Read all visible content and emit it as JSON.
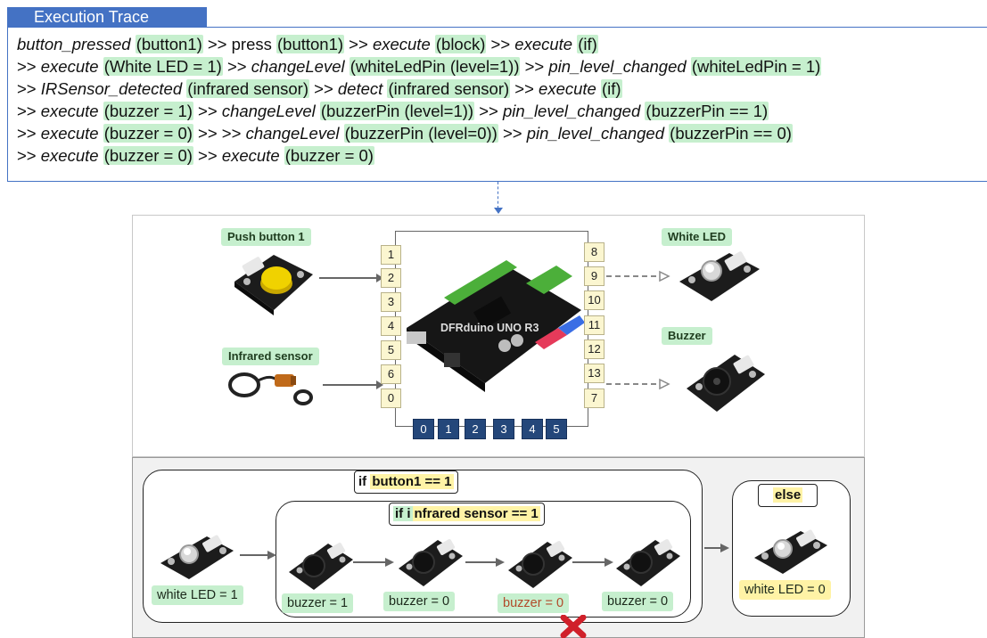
{
  "trace": {
    "title": "Execution Trace",
    "lines": [
      [
        [
          "i",
          "button_pressed"
        ],
        [
          "t",
          " "
        ],
        [
          "h",
          "(button1)"
        ],
        [
          "t",
          " >> press "
        ],
        [
          "h",
          "(button1)"
        ],
        [
          "t",
          " >> "
        ],
        [
          "i",
          "execute"
        ],
        [
          "t",
          " "
        ],
        [
          "h",
          "(block)"
        ],
        [
          "t",
          " >> "
        ],
        [
          "i",
          "execute"
        ],
        [
          "t",
          " "
        ],
        [
          "h",
          "(if)"
        ]
      ],
      [
        [
          "t",
          ">> "
        ],
        [
          "i",
          "execute"
        ],
        [
          "t",
          " "
        ],
        [
          "h",
          "(White LED = 1)"
        ],
        [
          "t",
          " >> "
        ],
        [
          "i",
          "changeLevel"
        ],
        [
          "t",
          " "
        ],
        [
          "h",
          "(whiteLedPin (level=1))"
        ],
        [
          "t",
          " >> "
        ],
        [
          "i",
          "pin_level_changed"
        ],
        [
          "t",
          " "
        ],
        [
          "h",
          "(whiteLedPin = 1)"
        ]
      ],
      [
        [
          "t",
          ">> "
        ],
        [
          "i",
          "IRSensor_detected"
        ],
        [
          "t",
          " "
        ],
        [
          "h",
          "(infrared sensor)"
        ],
        [
          "t",
          " >> "
        ],
        [
          "i",
          "detect"
        ],
        [
          "t",
          " "
        ],
        [
          "h",
          "(infrared sensor)"
        ],
        [
          "t",
          " >> "
        ],
        [
          "i",
          "execute"
        ],
        [
          "t",
          " "
        ],
        [
          "h",
          "(if)"
        ]
      ],
      [
        [
          "t",
          ">> "
        ],
        [
          "i",
          "execute"
        ],
        [
          "t",
          " "
        ],
        [
          "h",
          "(buzzer = 1)"
        ],
        [
          "t",
          " >> "
        ],
        [
          "i",
          "changeLevel"
        ],
        [
          "t",
          " "
        ],
        [
          "h",
          "(buzzerPin (level=1))"
        ],
        [
          "t",
          " >> "
        ],
        [
          "i",
          "pin_level_changed"
        ],
        [
          "t",
          " "
        ],
        [
          "h",
          "(buzzerPin == 1)"
        ]
      ],
      [
        [
          "t",
          ">> "
        ],
        [
          "i",
          "execute"
        ],
        [
          "t",
          " "
        ],
        [
          "h",
          "(buzzer = 0)"
        ],
        [
          "t",
          " >> >> "
        ],
        [
          "i",
          "changeLevel"
        ],
        [
          "t",
          " "
        ],
        [
          "h",
          "(buzzerPin (level=0))"
        ],
        [
          "t",
          " >> "
        ],
        [
          "i",
          "pin_level_changed"
        ],
        [
          "t",
          " "
        ],
        [
          "h",
          "(buzzerPin == 0)"
        ]
      ],
      [
        [
          "t",
          ">> "
        ],
        [
          "i",
          "execute"
        ],
        [
          "t",
          " "
        ],
        [
          "h",
          "(buzzer = 0)"
        ],
        [
          "t",
          " >> "
        ],
        [
          "i",
          "execute"
        ],
        [
          "t",
          " "
        ],
        [
          "h",
          "(buzzer = 0)"
        ]
      ]
    ]
  },
  "hardware": {
    "push_button_label": "Push button 1",
    "infrared_sensor_label": "Infrared sensor",
    "white_led_label": "White LED",
    "buzzer_label": "Buzzer",
    "board_label": "DFRduino UNO R3",
    "left_pins": [
      "1",
      "2",
      "3",
      "4",
      "5",
      "6",
      "0"
    ],
    "right_pins": [
      "8",
      "9",
      "10",
      "11",
      "12",
      "13",
      "7"
    ],
    "bottom_pins": [
      "0",
      "1",
      "2",
      "3",
      "4",
      "5"
    ]
  },
  "logic": {
    "outer_condition_prefix": "if ",
    "outer_condition_body": "button1 == 1",
    "inner_condition_prefix": "if i",
    "inner_condition_body": "nfrared sensor == 1",
    "else_label": "else",
    "white_led_on": "white LED = 1",
    "buzzer_states": [
      "buzzer = 1",
      "buzzer = 0",
      "buzzer = 0",
      "buzzer = 0"
    ],
    "white_led_off": "white LED = 0"
  },
  "colors": {
    "accent": "#4472c4",
    "highlight_green": "#c6efce",
    "highlight_yellow": "#fff3a6",
    "failure_red": "#d0202a"
  }
}
